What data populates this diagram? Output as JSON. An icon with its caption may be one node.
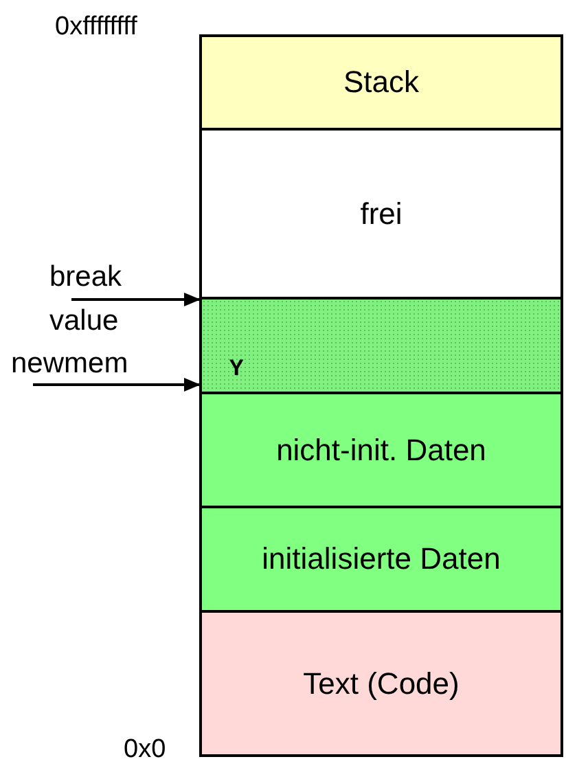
{
  "diagram": {
    "nodes": [
      {
        "text": [
          "Stack"
        ]
      },
      {
        "text": [
          "frei"
        ]
      },
      {
        "text": [
          "Y"
        ]
      },
      {
        "text": [
          "nicht-init. Daten"
        ]
      },
      {
        "text": [
          "initialisierte Daten"
        ]
      },
      {
        "text": [
          "Text (Code)"
        ]
      },
      {
        "text": [
          "break value"
        ]
      },
      {
        "text": [
          "newmem"
        ]
      }
    ],
    "edges": [
      {
        "from": 6,
        "to": 2,
        "arrow": "to"
      },
      {
        "from": 7,
        "to": 2,
        "arrow": "to"
      }
    ],
    "labels": [
      "0xffffffff",
      "0x0"
    ]
  }
}
